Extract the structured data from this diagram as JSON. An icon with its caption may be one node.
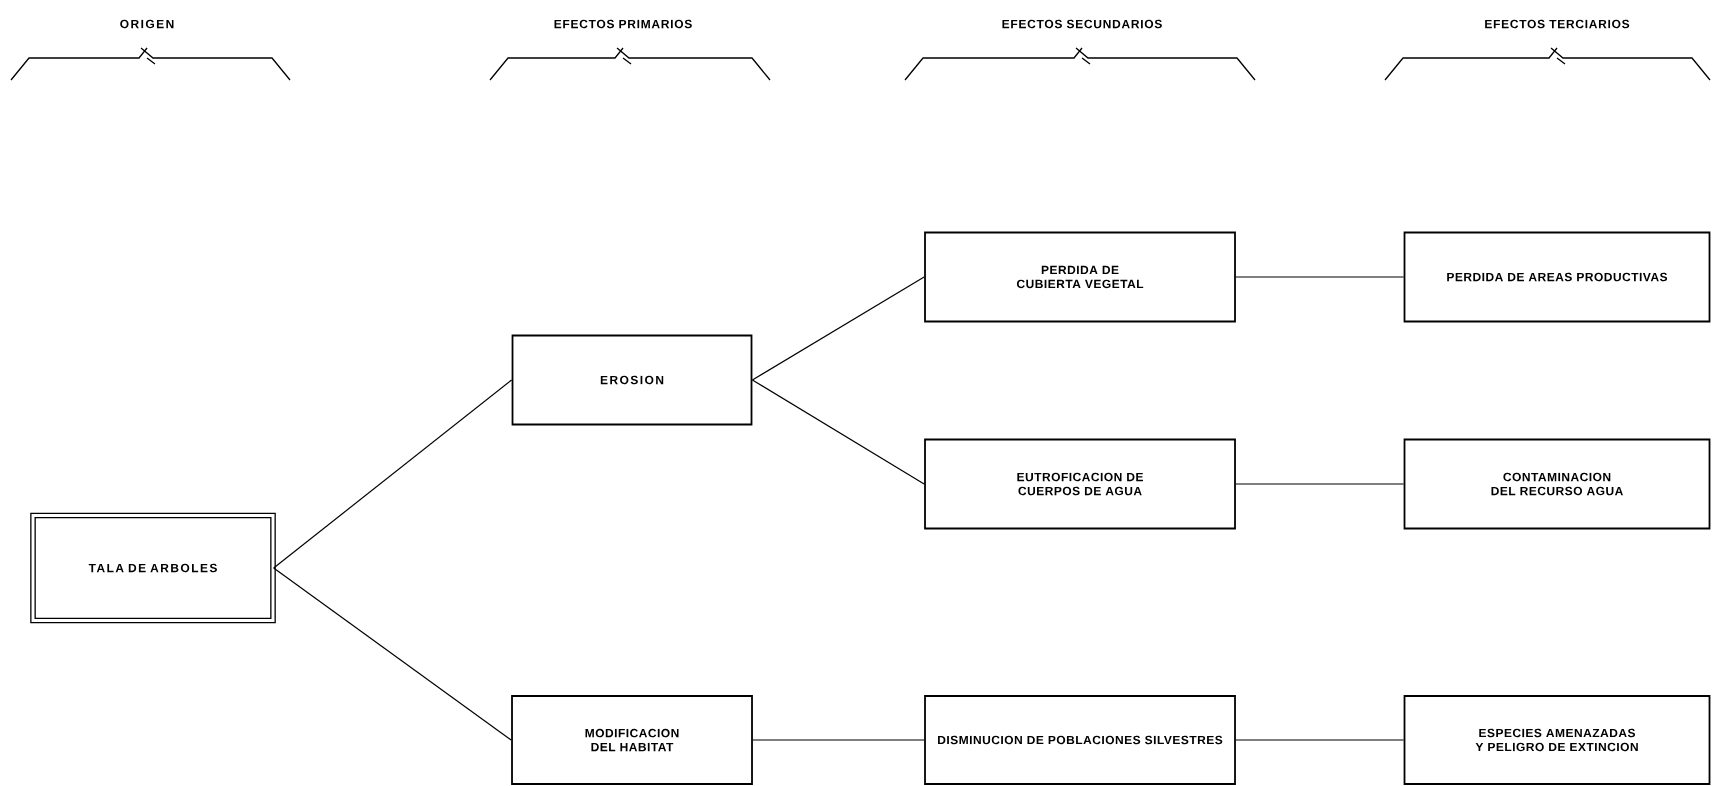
{
  "diagram": {
    "nodes": [
      {
        "text": [
          "TALA DE ARBOLES"
        ]
      },
      {
        "text": [
          "EROSION"
        ]
      },
      {
        "text": [
          "MODIFICACION DEL HABITAT"
        ]
      },
      {
        "text": [
          "PERDIDA DE CUBIERTA VEGETAL"
        ]
      },
      {
        "text": [
          "EUTROFICACION DE CUERPOS DE AGUA"
        ]
      },
      {
        "text": [
          "DISMINUCION DE POBLACIONES SILVESTRES"
        ]
      },
      {
        "text": [
          "PERDIDA DE AREAS PRODUCTIVAS"
        ]
      },
      {
        "text": [
          "CONTAMINACION DEL RECURSO AGUA"
        ]
      },
      {
        "text": [
          "ESPECIES AMENAZADAS Y PELIGRO DE EXTINCION"
        ]
      }
    ],
    "edges": [
      {
        "from": 0,
        "to": 1,
        "arrow": "none"
      },
      {
        "from": 0,
        "to": 2,
        "arrow": "none"
      },
      {
        "from": 1,
        "to": 3,
        "arrow": "none"
      },
      {
        "from": 1,
        "to": 4,
        "arrow": "none"
      },
      {
        "from": 2,
        "to": 5,
        "arrow": "none"
      },
      {
        "from": 3,
        "to": 6,
        "arrow": "none"
      },
      {
        "from": 4,
        "to": 7,
        "arrow": "none"
      },
      {
        "from": 5,
        "to": 8,
        "arrow": "none"
      }
    ],
    "labels": [
      "ORIGEN",
      "EFECTOS PRIMARIOS",
      "EFECTOS SECUNDARIOS",
      "EFECTOS TERCIARIOS"
    ]
  }
}
